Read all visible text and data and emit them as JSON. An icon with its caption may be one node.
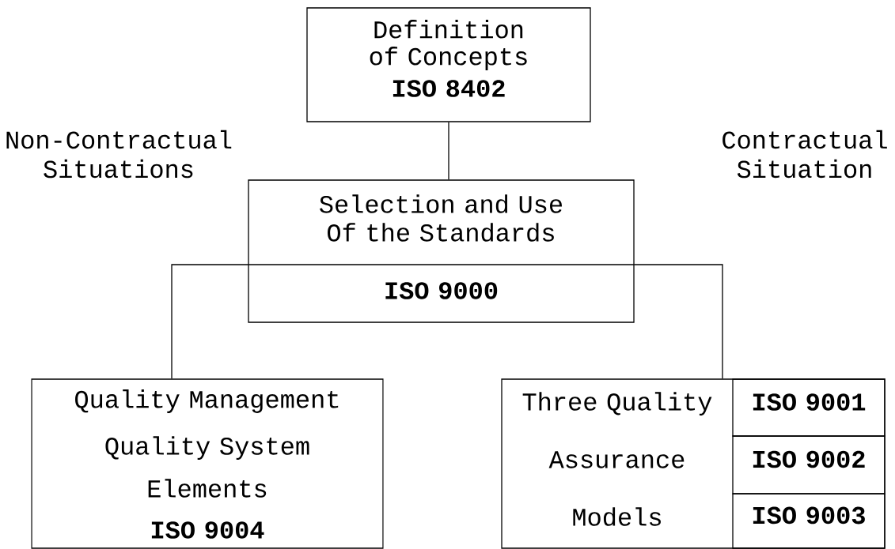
{
  "diagram": {
    "nodes": [
      {
        "text": [
          "Definition of Concepts",
          "ISO 8402"
        ]
      },
      {
        "text": [
          "Selection and Use Of the Standards",
          "ISO 9000"
        ]
      },
      {
        "text": [
          "Quality Management",
          "Quality System Elements",
          "ISO 9004"
        ]
      },
      {
        "text": [
          "Three Quality Assurance Models"
        ]
      },
      {
        "text": [
          "ISO 9001"
        ],
        "in": 3
      },
      {
        "text": [
          "ISO 9002"
        ],
        "in": 3
      },
      {
        "text": [
          "ISO 9003"
        ],
        "in": 3
      }
    ],
    "edges": [
      {
        "from": 0,
        "to": 1,
        "arrow": "none"
      },
      {
        "from": 1,
        "to": 2,
        "arrow": "none"
      },
      {
        "from": 1,
        "to": 3,
        "arrow": "none"
      }
    ],
    "labels": [
      "Non-Contractual Situations",
      "Contractual Situation"
    ]
  }
}
